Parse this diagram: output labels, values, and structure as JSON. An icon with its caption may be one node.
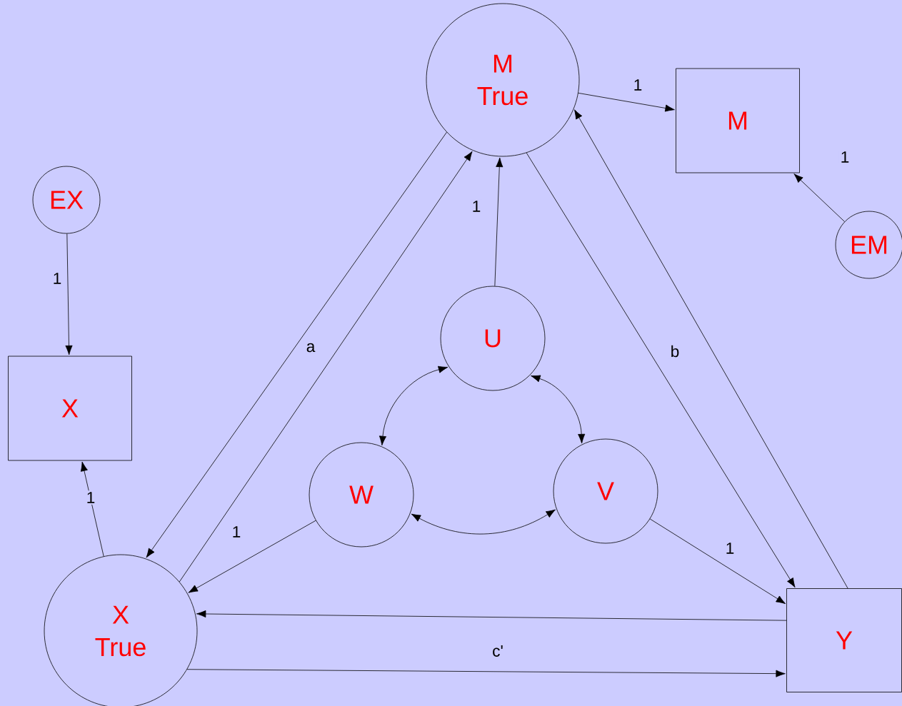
{
  "diagram": {
    "nodes": [
      {
        "text": [
          "M True"
        ]
      },
      {
        "text": [
          "M"
        ]
      },
      {
        "text": [
          "EM"
        ]
      },
      {
        "text": [
          "EX"
        ]
      },
      {
        "text": [
          "X"
        ]
      },
      {
        "text": [
          "U"
        ]
      },
      {
        "text": [
          "W"
        ]
      },
      {
        "text": [
          "V"
        ]
      },
      {
        "text": [
          "X True"
        ]
      },
      {
        "text": [
          "Y"
        ]
      }
    ],
    "edges": [
      {
        "from": 0,
        "to": 1,
        "arrow": "to",
        "label": "1"
      },
      {
        "from": 2,
        "to": 1,
        "arrow": "to",
        "label": "1"
      },
      {
        "from": 3,
        "to": 4,
        "arrow": "to",
        "label": "1"
      },
      {
        "from": 8,
        "to": 4,
        "arrow": "to",
        "label": "1"
      },
      {
        "from": 0,
        "to": 8,
        "arrow": "to"
      },
      {
        "from": 8,
        "to": 0,
        "arrow": "to",
        "label": "a"
      },
      {
        "from": 5,
        "to": 0,
        "arrow": "to",
        "label": "1"
      },
      {
        "from": 0,
        "to": 9,
        "arrow": "to",
        "label": "b"
      },
      {
        "from": 9,
        "to": 0,
        "arrow": "to"
      },
      {
        "from": 5,
        "to": 6,
        "arrow": "both"
      },
      {
        "from": 5,
        "to": 7,
        "arrow": "both"
      },
      {
        "from": 6,
        "to": 7,
        "arrow": "both"
      },
      {
        "from": 6,
        "to": 8,
        "arrow": "to",
        "label": "1"
      },
      {
        "from": 7,
        "to": 9,
        "arrow": "to",
        "label": "1"
      },
      {
        "from": 9,
        "to": 8,
        "arrow": "to"
      },
      {
        "from": 8,
        "to": 9,
        "arrow": "to",
        "label": "c'"
      }
    ]
  }
}
